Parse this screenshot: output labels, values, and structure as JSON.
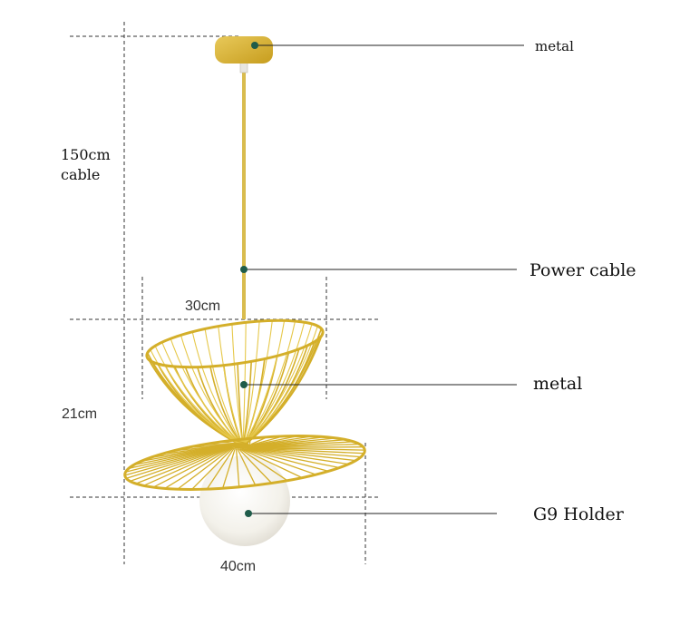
{
  "dimensions": {
    "cable_length": "150cm",
    "cable_word": "cable",
    "top_width": "30cm",
    "height": "21cm",
    "bottom_width": "40cm"
  },
  "callouts": {
    "canopy": "metal",
    "power_cable": "Power cable",
    "cage": "metal",
    "holder": "G9 Holder"
  },
  "colors": {
    "gold": "#d4af2a",
    "gold_light": "#e6c84a",
    "marker": "#1f5c4a",
    "leader": "#222222",
    "dash": "#333333",
    "globe": "#f4f2ec"
  }
}
